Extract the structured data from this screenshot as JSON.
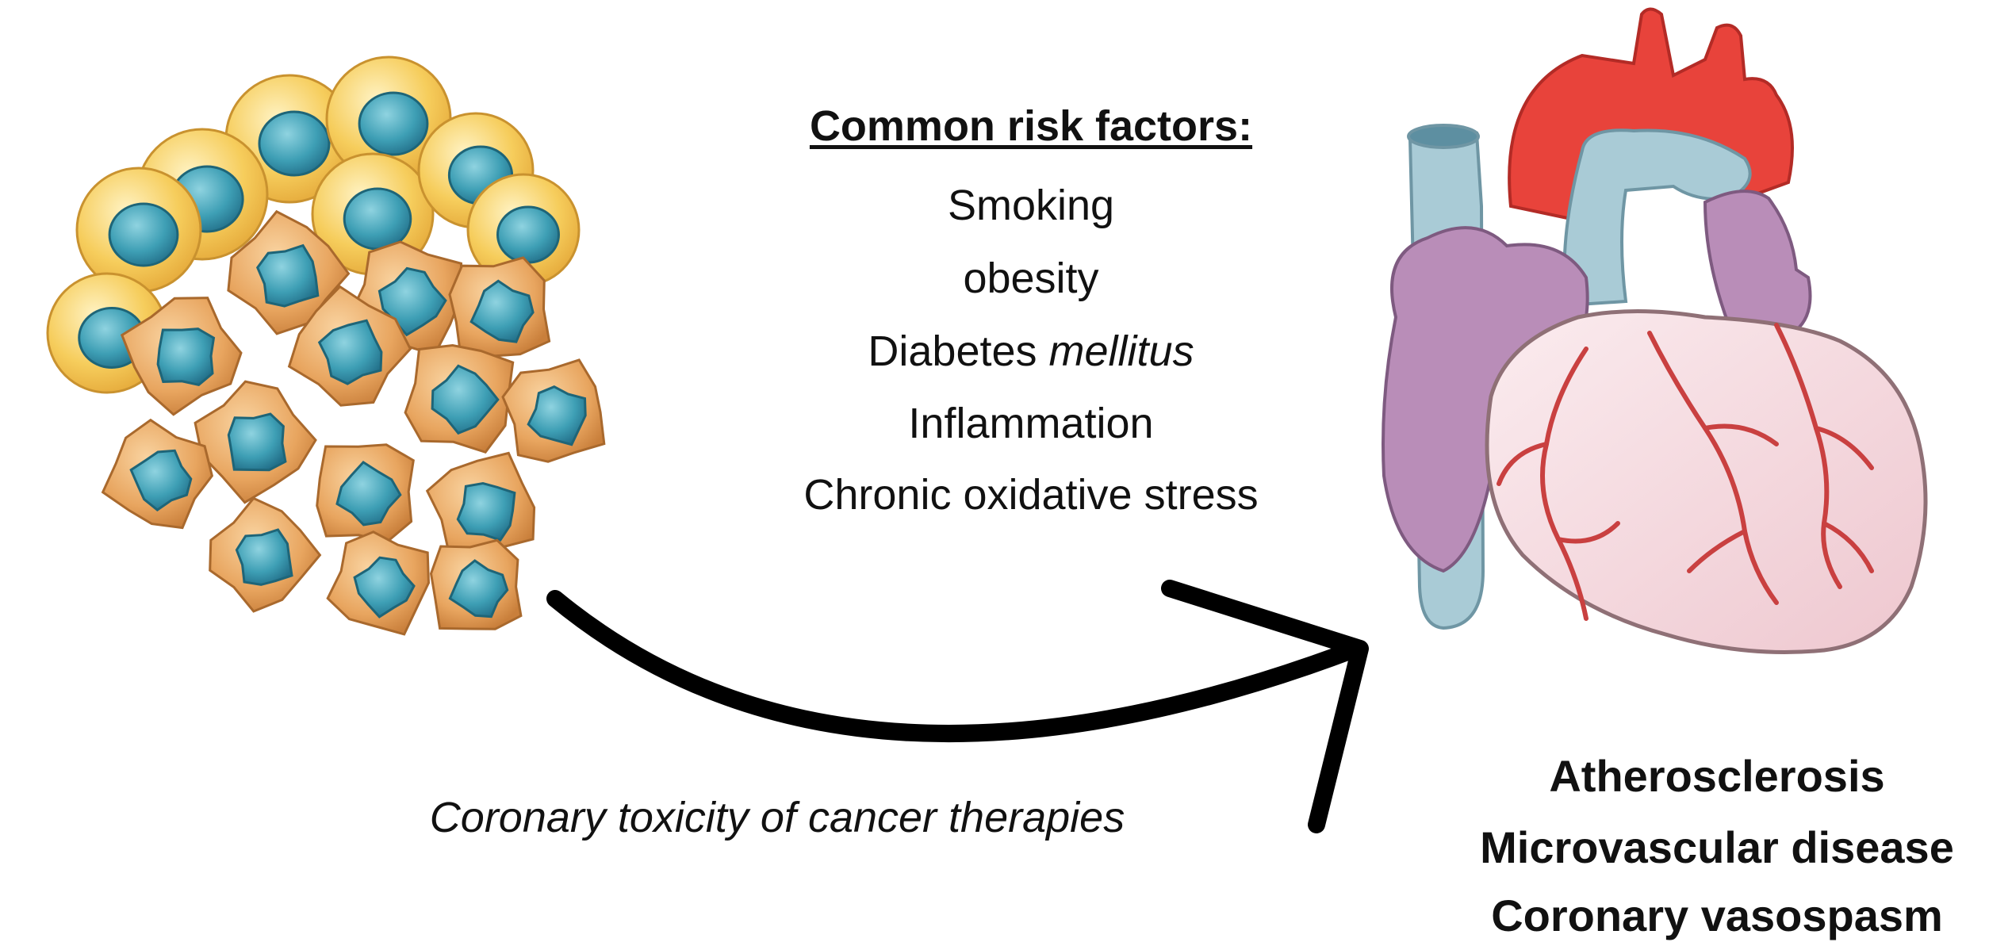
{
  "risk_factors": {
    "title": "Common risk factors:",
    "items": [
      {
        "text": "Smoking"
      },
      {
        "text": "obesity"
      },
      {
        "text": "Diabetes ",
        "italic": "mellitus"
      },
      {
        "text": "Inflammation"
      },
      {
        "text": "Chronic oxidative stress"
      }
    ]
  },
  "arrow_caption": "Coronary toxicity of cancer therapies",
  "outcomes": [
    "Atherosclerosis",
    "Microvascular disease",
    "Coronary vasospasm"
  ],
  "colors": {
    "yellow_cell": "#f6cd5c",
    "orange_cell": "#e8a55f",
    "nucleus": "#3e9fb5",
    "aorta": "#e8433b",
    "pulmonary": "#a9cbd6",
    "atrium": "#b98db8",
    "ventricle": "#f5dde2",
    "vessel": "#c94040",
    "arrow": "#000000"
  },
  "icons": [
    "cancer-cell-cluster-icon",
    "heart-icon",
    "curved-arrow-icon"
  ]
}
